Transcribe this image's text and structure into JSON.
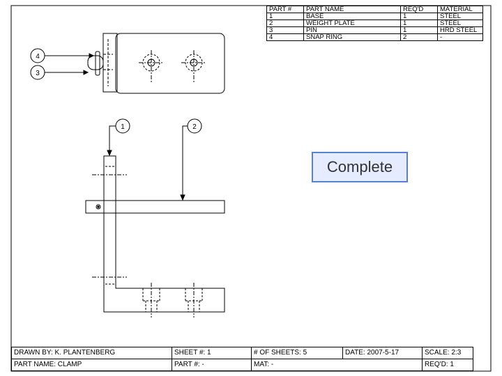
{
  "bom": {
    "headers": [
      "PART #",
      "PART NAME",
      "REQ'D",
      "MATERIAL"
    ],
    "rows": [
      [
        "1",
        "BASE",
        "1",
        "STEEL"
      ],
      [
        "2",
        "WEIGHT PLATE",
        "1",
        "STEEL"
      ],
      [
        "3",
        "PIN",
        "1",
        "HRD STEEL"
      ],
      [
        "4",
        "SNAP RING",
        "2",
        "-"
      ]
    ]
  },
  "balloons": {
    "b1": "1",
    "b2": "2",
    "b3": "3",
    "b4": "4"
  },
  "title_block": {
    "drawn_by": "DRAWN BY: K. PLANTENBERG",
    "sheet": "SHEET #: 1",
    "num_sheets": "# OF SHEETS: 5",
    "date": "DATE: 2007-5-17",
    "scale": "SCALE: 2:3",
    "part_name": "PART NAME: CLAMP",
    "part_num": "PART #: -",
    "mat": "MAT: -",
    "reqd": "REQ'D: 1"
  },
  "complete_button": "Complete"
}
